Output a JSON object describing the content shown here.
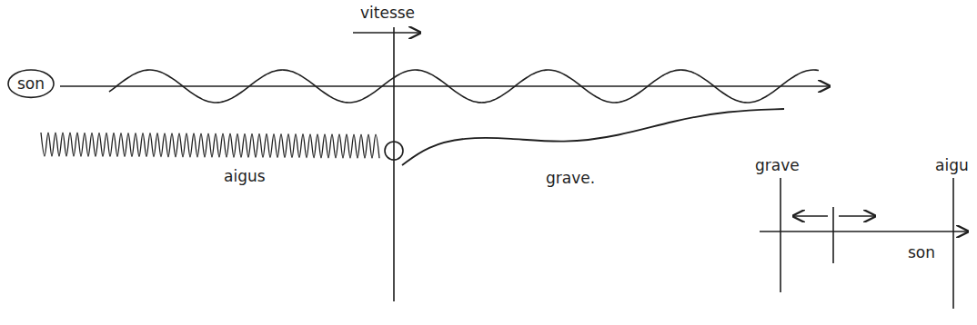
{
  "diagram": {
    "nodes": [
      {
        "text": [
          "son"
        ]
      }
    ],
    "labels": [
      "vitesse",
      "aigus",
      "grave.",
      "grave",
      "aigu",
      "son"
    ]
  }
}
